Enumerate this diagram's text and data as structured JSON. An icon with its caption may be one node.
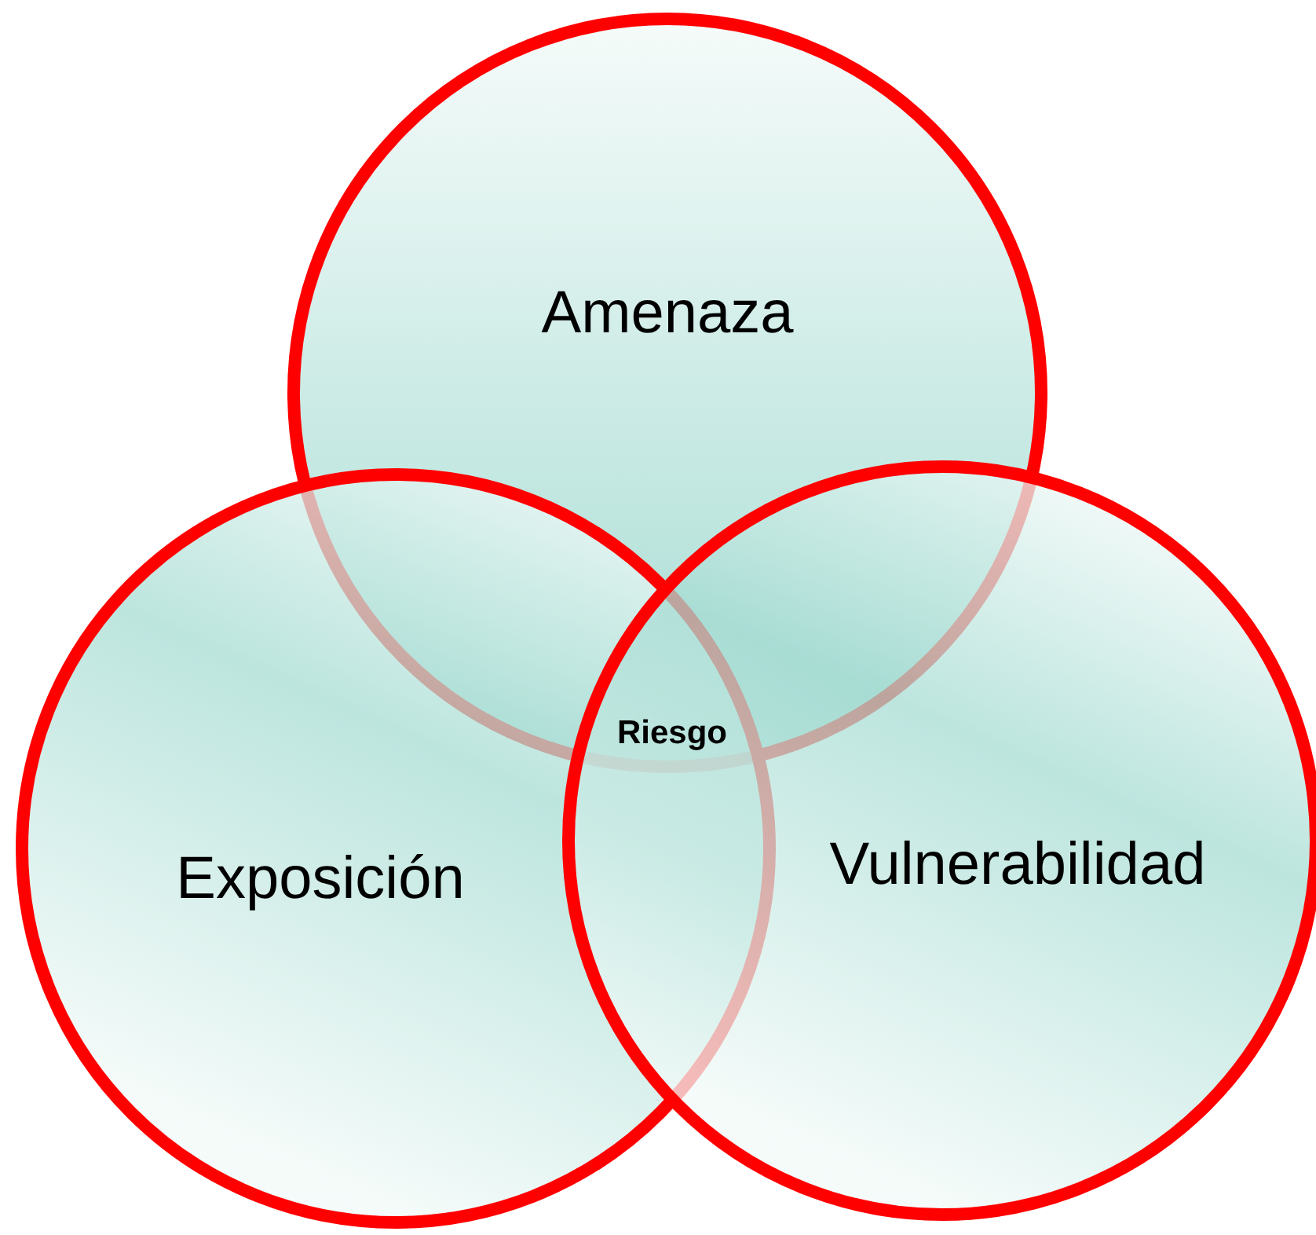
{
  "diagram": {
    "nodes": [
      {
        "text": [
          "Amenaza"
        ]
      },
      {
        "text": [
          "Exposición"
        ]
      },
      {
        "text": [
          "Vulnerabilidad"
        ]
      }
    ],
    "labels": [
      "Riesgo"
    ]
  }
}
